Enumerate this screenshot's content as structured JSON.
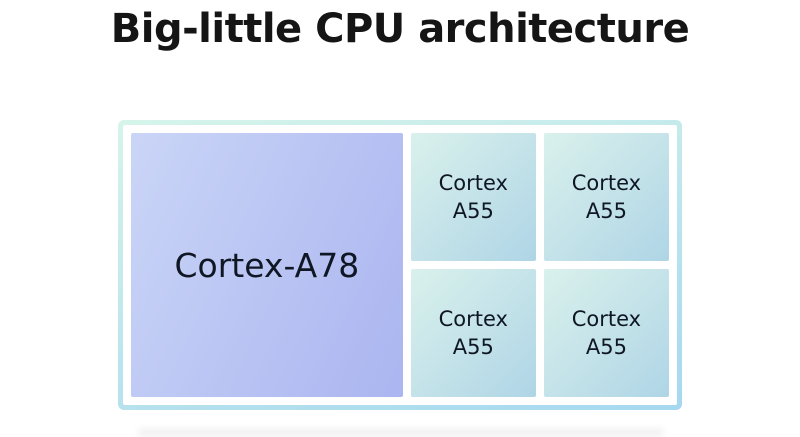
{
  "title": "Big-little CPU architecture",
  "diagram": {
    "big_core": {
      "label": "Cortex-A78"
    },
    "little_cores": [
      {
        "line1": "Cortex",
        "line2": "A55"
      },
      {
        "line1": "Cortex",
        "line2": "A55"
      },
      {
        "line1": "Cortex",
        "line2": "A55"
      },
      {
        "line1": "Cortex",
        "line2": "A55"
      }
    ]
  },
  "colors": {
    "background": "#ffffff",
    "title_text": "#151515",
    "core_text": "#0f1724",
    "frame_gradient_start": "#d6f4ea",
    "frame_gradient_end": "#a5d8f0",
    "big_core_gradient_start": "#cad5f7",
    "big_core_gradient_end": "#abb5f0",
    "little_core_gradient_start": "#daf1ec",
    "little_core_gradient_end": "#afd5e6"
  }
}
